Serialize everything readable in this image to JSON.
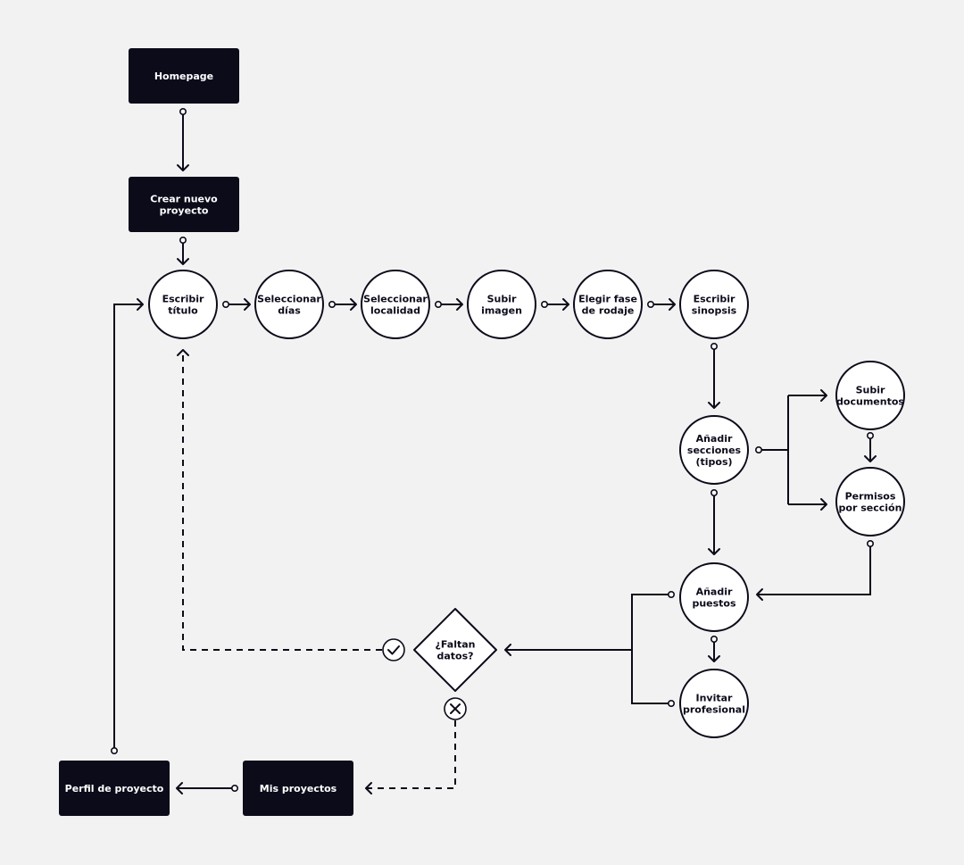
{
  "colors": {
    "background": "#f2f2f2",
    "dark": "#0b0b1a",
    "light": "#ffffff"
  },
  "nodes": {
    "homepage": [
      "Homepage"
    ],
    "crear": [
      "Crear nuevo",
      "proyecto"
    ],
    "escribir_titulo": [
      "Escribir",
      "título"
    ],
    "seleccionar_dias": [
      "Seleccionar",
      "días"
    ],
    "seleccionar_localidad": [
      "Seleccionar",
      "localidad"
    ],
    "subir_imagen": [
      "Subir",
      "imagen"
    ],
    "elegir_fase": [
      "Elegir fase",
      "de rodaje"
    ],
    "escribir_sinopsis": [
      "Escribir",
      "sinopsis"
    ],
    "anadir_secciones": [
      "Añadir",
      "secciones",
      "(tipos)"
    ],
    "subir_documentos": [
      "Subir",
      "documentos"
    ],
    "permisos": [
      "Permisos",
      "por sección"
    ],
    "anadir_puestos": [
      "Añadir",
      "puestos"
    ],
    "invitar": [
      "Invitar",
      "profesional"
    ],
    "faltan_datos": [
      "¿Faltan",
      "datos?"
    ],
    "mis_proyectos": [
      "Mis proyectos"
    ],
    "perfil": [
      "Perfil de proyecto"
    ]
  },
  "icons": {
    "yes": "check-icon",
    "no": "x-icon"
  }
}
